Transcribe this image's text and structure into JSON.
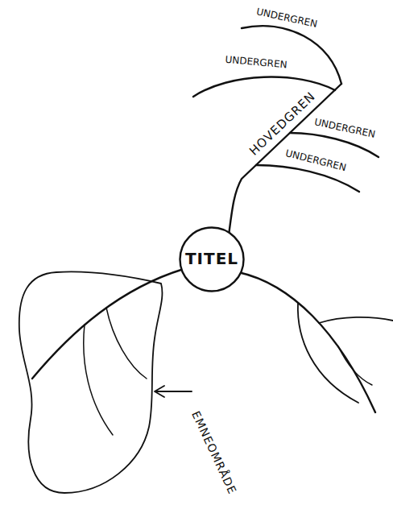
{
  "diagram": {
    "nodes": [
      {
        "text": [
          "TITEL"
        ]
      }
    ],
    "labels": [
      "UNDERGREN",
      "UNDERGREN",
      "HOVEDGREN",
      "UNDERGREN",
      "UNDERGREN",
      "EMNEOMRÅDE"
    ]
  }
}
